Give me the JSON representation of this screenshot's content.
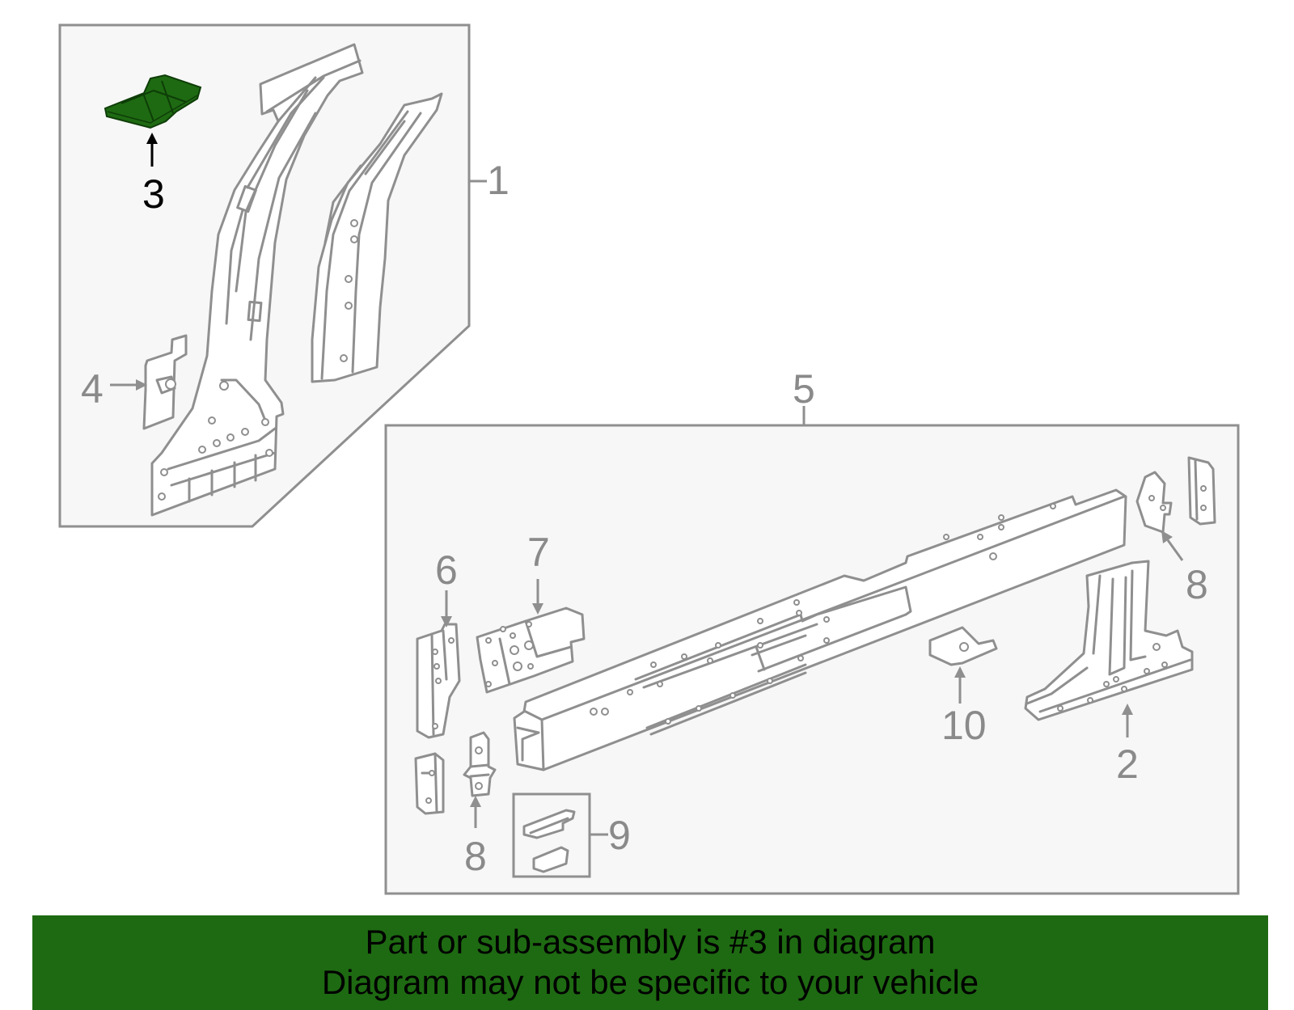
{
  "diagram": {
    "callouts": {
      "c1": "1",
      "c2": "2",
      "c3": "3",
      "c4": "4",
      "c5": "5",
      "c6": "6",
      "c7": "7",
      "c8a": "8",
      "c8b": "8",
      "c9": "9",
      "c10": "10"
    },
    "highlighted_part": "3",
    "colors": {
      "highlight": "#1e6a12",
      "panel_background": "#f7f7f7",
      "line_art": "#8f8f8f"
    }
  },
  "banner": {
    "line1": "Part or sub-assembly is #3 in diagram",
    "line2": "Diagram may not be specific to your vehicle"
  }
}
